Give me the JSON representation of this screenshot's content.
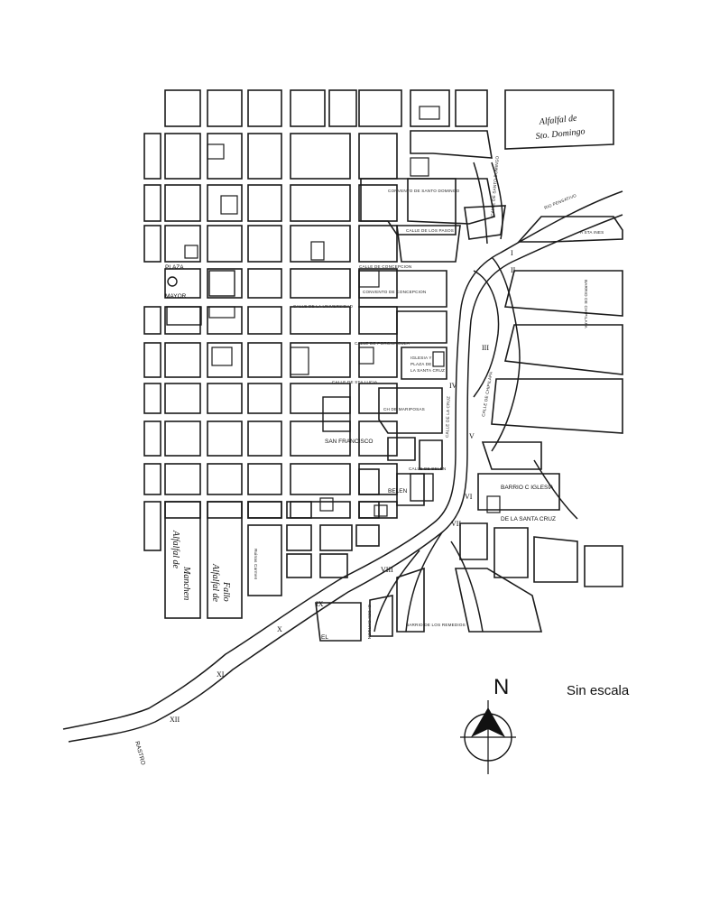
{
  "map": {
    "scale_note": "Sin escala",
    "north_letter": "N",
    "labels": {
      "plaza": "PLAZA",
      "mayor": "MAYOR",
      "san_francisco": "SAN FRANCISCO",
      "belen": "BELEN",
      "barrio_iglesia": "BARRIO C IGLESIA",
      "santa_cruz": "DE LA SANTA CRUZ",
      "rio_pensativo": "RIO PENSATIVO",
      "a_stagnes": "A STA INES",
      "barrio_chipilapa": "BARRIO DE CHIPILAPA",
      "barrio_remedios": "BARRIO DE LOS REMEDIOS",
      "rastro": "RASTRO",
      "alfalfal_sto_domingo_1": "Alfalfal de",
      "alfalfal_sto_domingo_2": "Sto. Domingo",
      "alfalfal_manchen_1": "Alfalfal de",
      "alfalfal_manchen_2": "Manchen",
      "alfalfal_fallo_1": "Alfalfal de",
      "alfalfal_fallo_2": "Fallo",
      "calle_concepcion": "CALLE DE CONCEPCION",
      "convento_concepcion": "CONVENTO DE CONCEPCION",
      "convento_santo_domingo": "CONVENTO DE SANTO DOMINGO",
      "calle_universidad": "CALLE DE LA UNIVERSIDAD",
      "calle_porciuncula": "CALLE DE PORCIUNCULA",
      "iglesia_plaza_1": "IGLESIA Y",
      "iglesia_plaza_2": "PLAZA DE",
      "iglesia_plaza_3": "LA SANTA CRUZ",
      "calle_sta_lucia": "CALLE DE STA LUCIA",
      "calle_los_pasos": "CALLE DE LOS PASOS",
      "calle_chipilapa": "CALLE DE CHIPILAPA",
      "calle_sto_domingo": "CALLE DE SANTO DOMINGO",
      "ch_mariposas": "CH DE MARIPOSAS",
      "calle_la_cruz": "CALLE DE LA CRUZ",
      "calle_belen": "CALLE DE BELEN",
      "calle_del_carmen": "C. DEL CARMEN",
      "el": "EL",
      "ruinas_carmen": "Ruinas Carmen"
    },
    "crossings": [
      "I",
      "II",
      "III",
      "IV",
      "V",
      "VI",
      "VII",
      "VIII",
      "IX",
      "X",
      "XI",
      "XII"
    ]
  }
}
